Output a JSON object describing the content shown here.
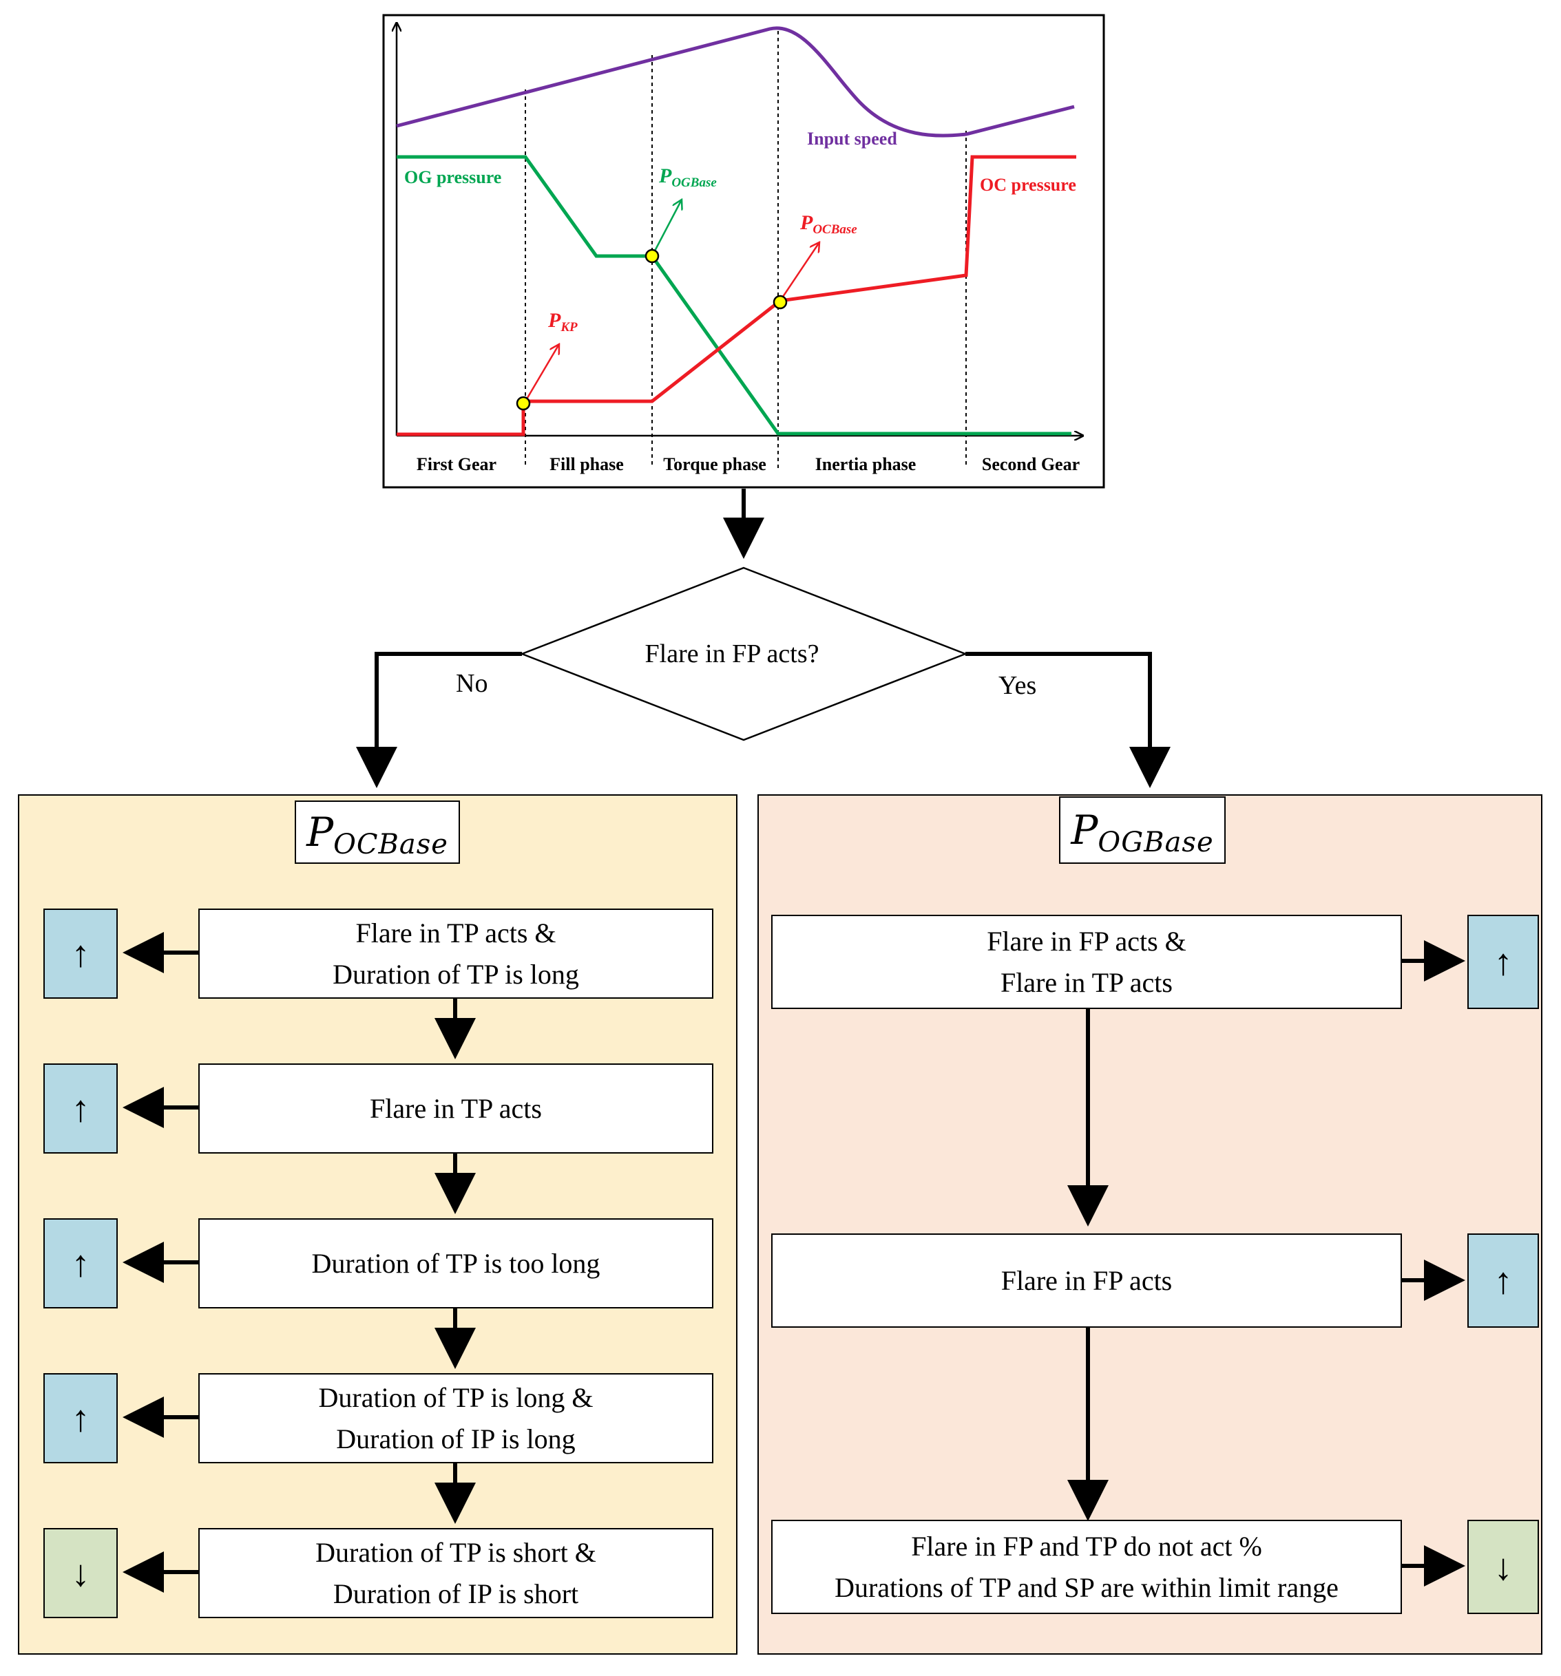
{
  "chart": {
    "curves": {
      "input_speed": {
        "label": "Input speed",
        "color": "#7030a0"
      },
      "og_pressure": {
        "label": "OG pressure",
        "color": "#00a651"
      },
      "oc_pressure": {
        "label": "OC pressure",
        "color": "#ee1c24"
      }
    },
    "markers": {
      "p_kp": {
        "symbol": "P",
        "sub": "KP"
      },
      "p_ogbase": {
        "symbol": "P",
        "sub": "OGBase"
      },
      "p_ocbase": {
        "symbol": "P",
        "sub": "OCBase"
      }
    },
    "phases": [
      "First Gear",
      "Fill phase",
      "Torque phase",
      "Inertia phase",
      "Second Gear"
    ],
    "marker_fill": "#ffff00"
  },
  "decision": {
    "question": "Flare in FP acts?",
    "no_label": "No",
    "yes_label": "Yes"
  },
  "left_panel": {
    "title_symbol": "P",
    "title_sub": "OCBase",
    "background": "#fdefcc",
    "steps": [
      {
        "lines": [
          "Flare in TP acts &",
          "Duration of TP is long"
        ],
        "result": "increase",
        "arrow": "↑"
      },
      {
        "lines": [
          "Flare in TP acts"
        ],
        "result": "increase",
        "arrow": "↑"
      },
      {
        "lines": [
          "Duration of TP is too long"
        ],
        "result": "increase",
        "arrow": "↑"
      },
      {
        "lines": [
          "Duration of TP is long &",
          "Duration of IP is long"
        ],
        "result": "increase",
        "arrow": "↑"
      },
      {
        "lines": [
          "Duration of TP is short &",
          "Duration of IP is short"
        ],
        "result": "decrease",
        "arrow": "↓"
      }
    ]
  },
  "right_panel": {
    "title_symbol": "P",
    "title_sub": "OGBase",
    "background": "#fbe7d9",
    "steps": [
      {
        "lines": [
          "Flare in FP acts &",
          "Flare in TP acts"
        ],
        "result": "increase",
        "arrow": "↑"
      },
      {
        "lines": [
          "Flare in FP acts"
        ],
        "result": "increase",
        "arrow": "↑"
      },
      {
        "lines": [
          "Flare in FP and TP do not act %",
          "Durations of TP and SP are within limit range"
        ],
        "result": "decrease",
        "arrow": "↓"
      }
    ]
  },
  "colors": {
    "increase_box": "#b4d9e4",
    "decrease_box": "#d5e3c3"
  }
}
